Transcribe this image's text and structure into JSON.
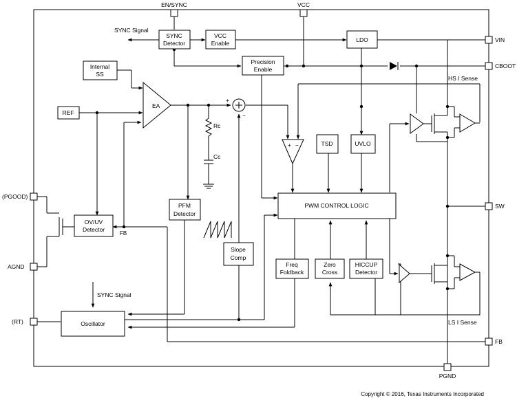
{
  "pins": {
    "en_sync": "EN/SYNC",
    "vcc": "VCC",
    "vin": "VIN",
    "cboot": "CBOOT",
    "pgood": "(PGOOD)",
    "agnd": "AGND",
    "sw": "SW",
    "rt": "(RT)",
    "fb": "FB",
    "pgnd": "PGND"
  },
  "blocks": {
    "sync_detector": [
      "SYNC",
      "Detector"
    ],
    "vcc_enable": [
      "VCC",
      "Enable"
    ],
    "ldo": "LDO",
    "internal_ss": [
      "Internal",
      "SS"
    ],
    "precision_enable": [
      "Precision",
      "Enable"
    ],
    "ref": "REF",
    "ea": "EA",
    "tsd": "TSD",
    "uvlo": "UVLO",
    "pwm_control_logic": "PWM CONTROL LOGIC",
    "ov_uv_detector": [
      "OV/UV",
      "Detector"
    ],
    "pfm_detector": [
      "PFM",
      "Detector"
    ],
    "slope_comp": [
      "Slope",
      "Comp"
    ],
    "freq_foldback": [
      "Freq",
      "Foldback"
    ],
    "zero_cross": [
      "Zero",
      "Cross"
    ],
    "hiccup_detector": [
      "HICCUP",
      "Detector"
    ],
    "oscillator": "Oscillator"
  },
  "labels": {
    "sync_signal_top": "SYNC Signal",
    "sync_signal_bottom": "SYNC Signal",
    "hs_i_sense": "HS I Sense",
    "ls_i_sense": "LS I Sense",
    "fb_internal": "FB",
    "rc": "Rc",
    "cc": "Cc",
    "plus": "+",
    "minus": "−",
    "comp_plus": "+",
    "comp_minus": "−"
  },
  "copyright": "Copyright © 2016, Texas Instruments Incorporated"
}
